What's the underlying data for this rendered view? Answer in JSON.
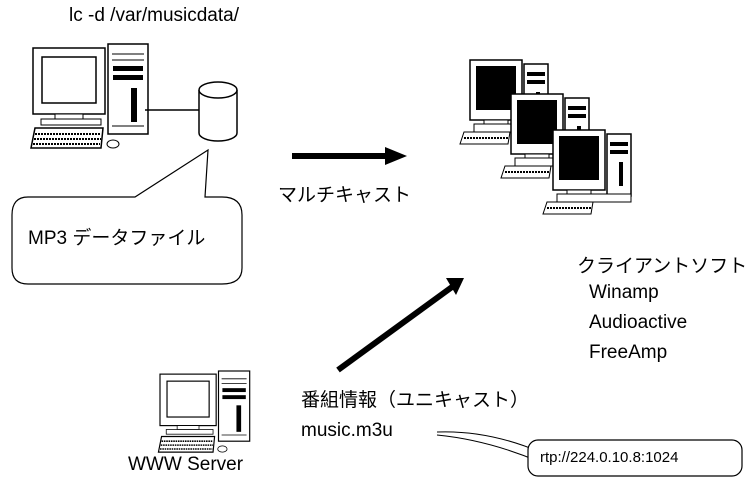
{
  "server": {
    "command": "lc -d /var/musicdata/",
    "callout": "MP3 データファイル"
  },
  "multicast_label": "マルチキャスト",
  "client": {
    "heading": "クライアントソフト",
    "software": [
      "Winamp",
      "Audioactive",
      "FreeAmp"
    ]
  },
  "www": {
    "program_info": "番組情報（ユニキャスト）",
    "playlist_file": "music.m3u",
    "server_label": "WWW Server",
    "rtp_url": "rtp://224.0.10.8:1024"
  },
  "icons": [
    "desktop-computer-icon",
    "database-cylinder-icon",
    "client-computer-icon",
    "www-server-computer-icon"
  ]
}
